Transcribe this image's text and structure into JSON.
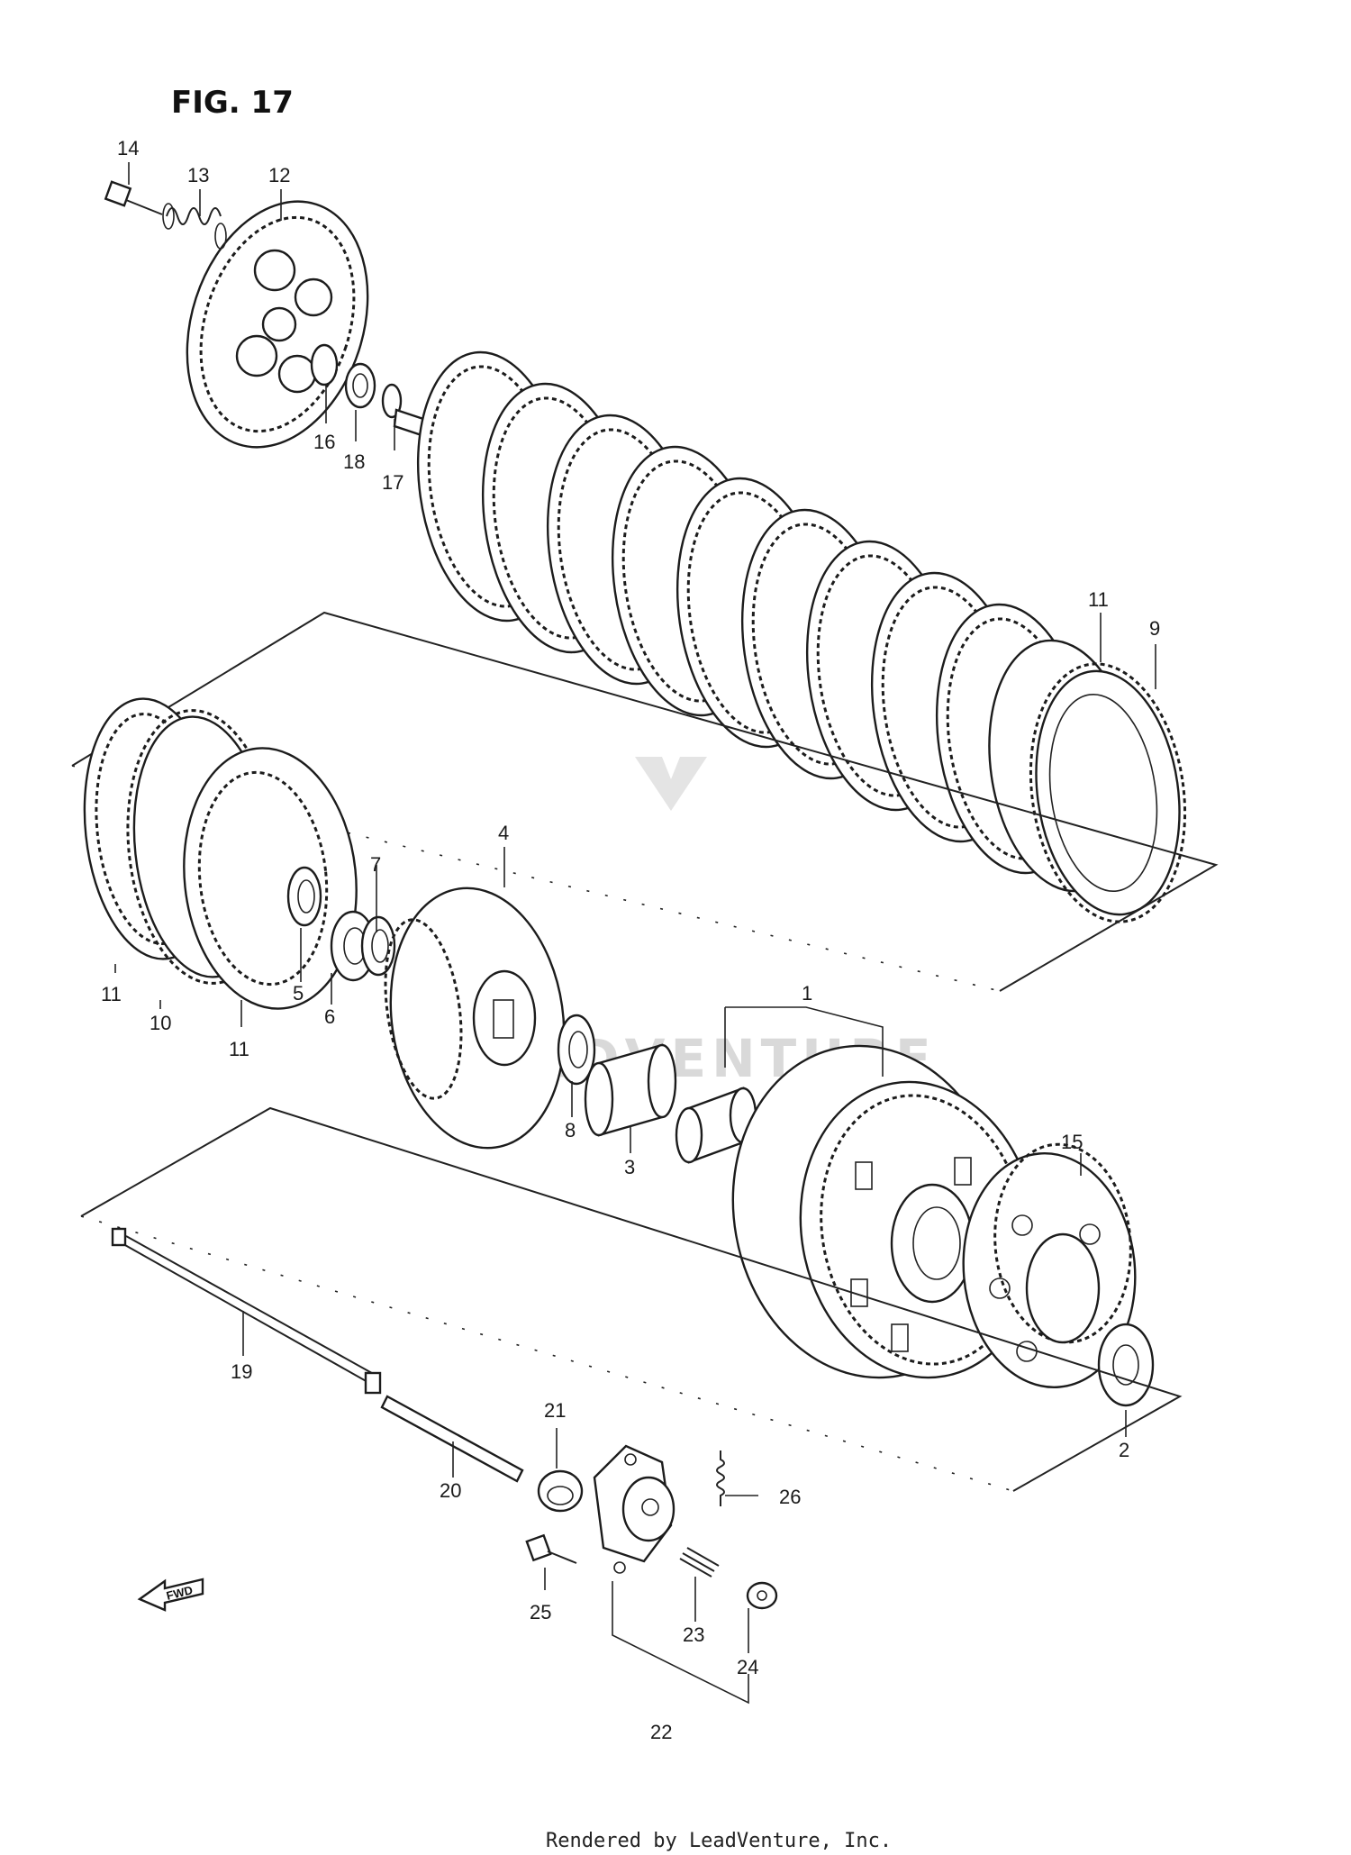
{
  "figure": {
    "title": "FIG. 17"
  },
  "watermark": {
    "text": "LEADVENTURE"
  },
  "direction_arrow": {
    "text": "FWD"
  },
  "callouts": {
    "p1": "1",
    "p2": "2",
    "p3": "3",
    "p4": "4",
    "p5": "5",
    "p6": "6",
    "p7": "7",
    "p8": "8",
    "p9": "9",
    "p10": "10",
    "p11a": "11",
    "p11b": "11",
    "p11c": "11",
    "p12": "12",
    "p13": "13",
    "p14": "14",
    "p15": "15",
    "p16": "16",
    "p17": "17",
    "p18": "18",
    "p19": "19",
    "p20": "20",
    "p21": "21",
    "p22": "22",
    "p23": "23",
    "p24": "24",
    "p25": "25",
    "p26": "26"
  },
  "footer": {
    "text": "Rendered by LeadVenture, Inc."
  }
}
